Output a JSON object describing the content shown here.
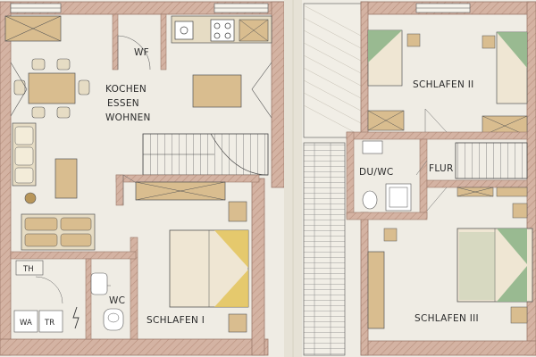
{
  "floor_plan": {
    "rooms": {
      "kitchen_line1": "KOCHEN",
      "kitchen_line2": "ESSEN",
      "kitchen_line3": "WOHNEN",
      "wf": "WF",
      "bedroom_1": "SCHLAFEN I",
      "wc": "WC",
      "th": "TH",
      "wa": "WA",
      "tr": "TR",
      "bedroom_2": "SCHLAFEN II",
      "du_wc": "DU/WC",
      "flur": "FLUR",
      "bedroom_3": "SCHLAFEN III"
    },
    "colors": {
      "paper": "#efece4",
      "wall": "#c9a898",
      "wall_edge": "#9b7a6c",
      "wood": "#d9bd8f",
      "furniture_fill": "#e6dcc4",
      "bed_green": "#8fb58a",
      "bed_yellow": "#e3c35a",
      "line": "#3a3a3a"
    }
  }
}
